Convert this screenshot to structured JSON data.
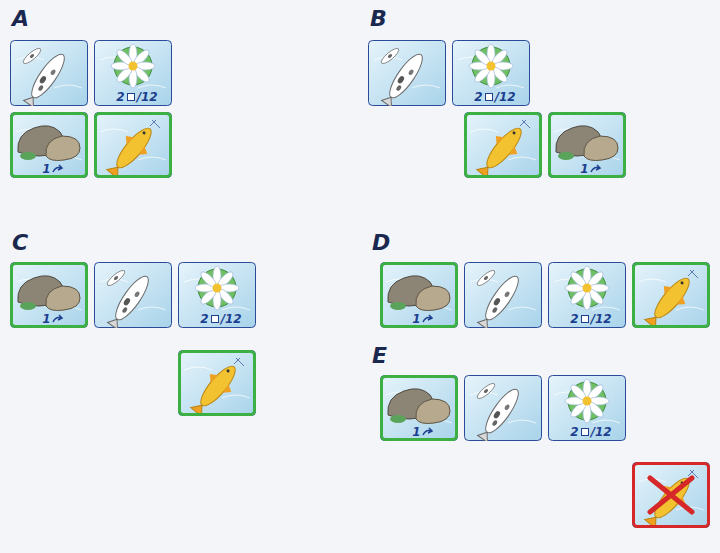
{
  "diagram": {
    "nodes": [
      {
        "text": [
          "2",
          "/12"
        ]
      },
      {
        "text": [
          "1"
        ]
      },
      {
        "text": [
          "2",
          "/12"
        ]
      },
      {
        "text": [
          "1"
        ]
      },
      {
        "text": [
          "1"
        ]
      },
      {
        "text": [
          "2",
          "/12"
        ]
      },
      {
        "text": [
          "1"
        ]
      },
      {
        "text": [
          "2",
          "/12"
        ]
      },
      {
        "text": [
          "1"
        ]
      },
      {
        "text": [
          "2",
          "/12"
        ]
      }
    ],
    "labels": [
      "A",
      "B",
      "C",
      "D",
      "E"
    ]
  }
}
